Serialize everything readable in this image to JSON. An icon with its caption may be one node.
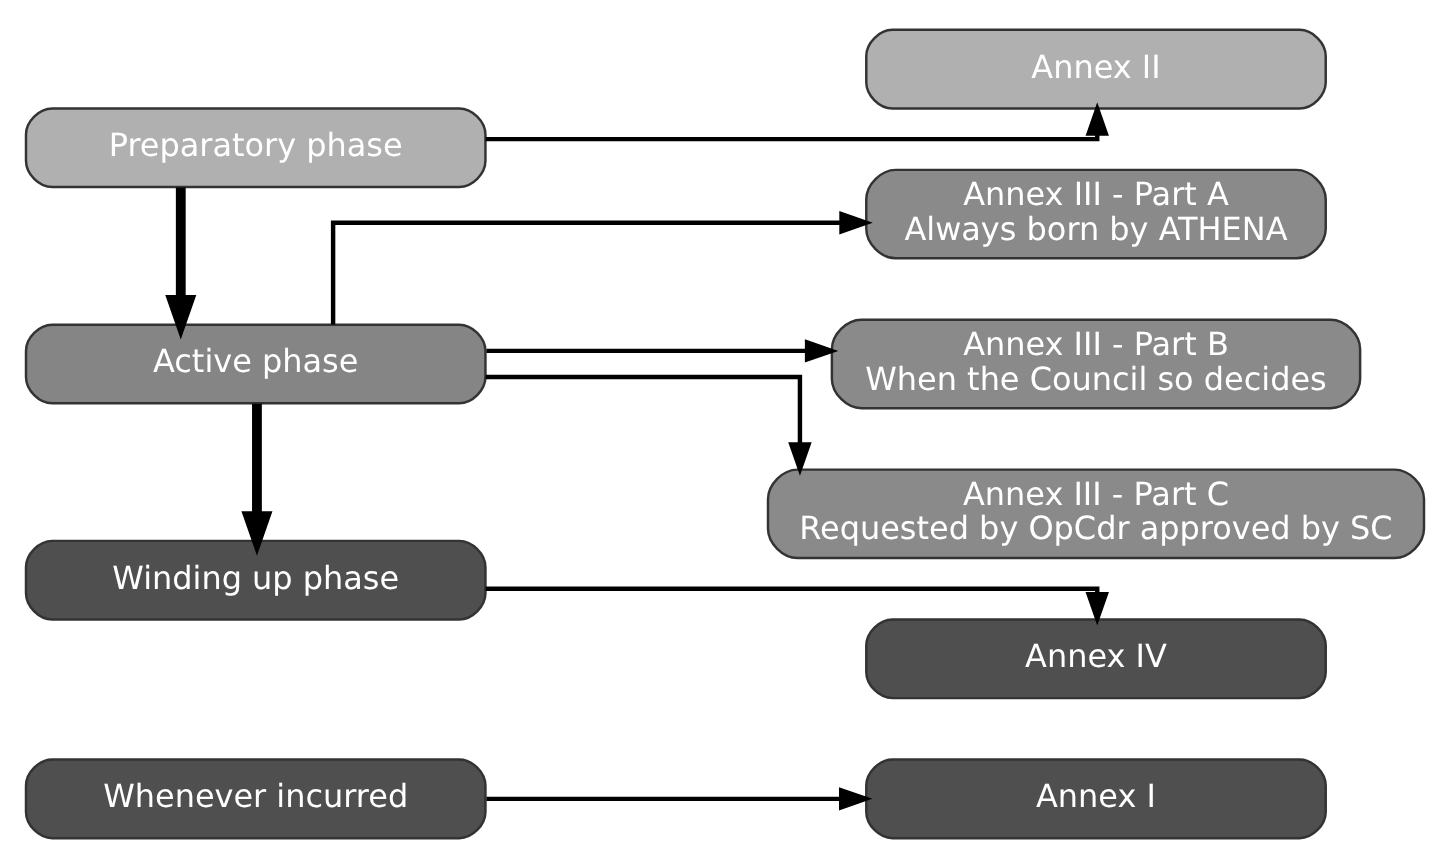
{
  "diagram": {
    "nodes": [
      {
        "text": [
          "Whenever incurred"
        ]
      },
      {
        "text": [
          "Annex I"
        ]
      },
      {
        "text": [
          "Preparatory phase"
        ]
      },
      {
        "text": [
          "Annex II"
        ]
      },
      {
        "text": [
          "Active phase"
        ]
      },
      {
        "text": [
          "Annex III - Part A",
          "Always born by ATHENA"
        ]
      },
      {
        "text": [
          "Annex III - Part B",
          "When the Council so decides"
        ]
      },
      {
        "text": [
          "Annex III - Part C",
          "Requested by OpCdr approved by SC"
        ]
      },
      {
        "text": [
          "Winding up phase"
        ]
      },
      {
        "text": [
          "Annex IV"
        ]
      }
    ],
    "edges": [
      {
        "from": 0,
        "to": 1,
        "arrow": "to"
      },
      {
        "from": 2,
        "to": 3,
        "arrow": "to"
      },
      {
        "from": 2,
        "to": 4,
        "arrow": "to",
        "style": "thick"
      },
      {
        "from": 4,
        "to": 5,
        "arrow": "to"
      },
      {
        "from": 4,
        "to": 6,
        "arrow": "to"
      },
      {
        "from": 4,
        "to": 7,
        "arrow": "to"
      },
      {
        "from": 4,
        "to": 8,
        "arrow": "to",
        "style": "thick"
      },
      {
        "from": 8,
        "to": 9,
        "arrow": "to"
      }
    ]
  }
}
